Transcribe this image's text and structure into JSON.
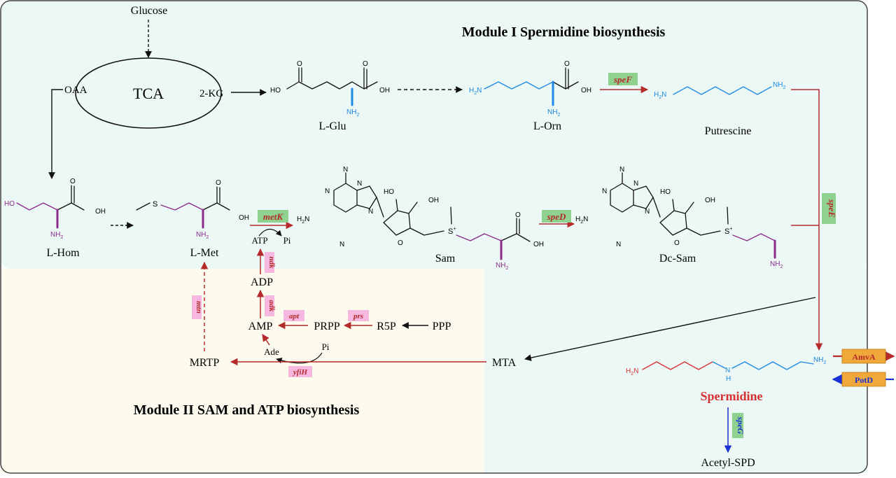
{
  "modules": {
    "module1_title": "Module I Spermidine biosynthesis",
    "module2_title": "Module II SAM and ATP biosynthesis"
  },
  "cycle": {
    "center": "TCA",
    "left": "OAA",
    "right": "2-KG",
    "input": "Glucose"
  },
  "compounds": {
    "l_glu": "L-Glu",
    "l_orn": "L-Orn",
    "putrescine": "Putrescine",
    "l_hom": "L-Hom",
    "l_met": "L-Met",
    "sam": "Sam",
    "dc_sam": "Dc-Sam",
    "atp": "ATP",
    "pi": "Pi",
    "adp": "ADP",
    "amp": "AMP",
    "prpp": "PRPP",
    "r5p": "R5P",
    "ppp": "PPP",
    "ade": "Ade",
    "pi2": "Pi",
    "mrtp": "MRTP",
    "mta": "MTA",
    "spermidine": "Spermidine",
    "acetyl_spd": "Acetyl-SPD"
  },
  "enzymes": {
    "spef": "speF",
    "mete": "metK",
    "sped": "speD",
    "spee": "speE",
    "ndk": "ndk",
    "adk": "adk",
    "apt": "apt",
    "prs": "prs",
    "mtn": "mtn",
    "yfih": "yfiH",
    "speg": "speG"
  },
  "transporters": {
    "amva": "AmvA",
    "potd": "PotD"
  },
  "atoms": {
    "ho": "HO",
    "oh": "OH",
    "o": "O",
    "nh2": "NH",
    "nh2_sub": "2",
    "h2n": "H",
    "h2n_sub": "2",
    "n_sub": "N",
    "nh_h": "N",
    "h": "H",
    "n": "N",
    "s": "S",
    "s_plus": "+"
  },
  "colors": {
    "module1_bg": "#ebf8f6",
    "module2_bg": "#fdfbee",
    "module3_bg": "#ebf8f6",
    "red_arrow": "#b52a2a",
    "green_label": "#8fd18f",
    "pink_label": "#f7b8e0",
    "enzyme_text": "#b52a2a",
    "blue_atom": "#1e88e5",
    "purple_chain": "#8b2b8b",
    "spermidine_red": "#d63030",
    "transporter": "#f0a83a",
    "blue_arrow": "#1a2fd6"
  }
}
